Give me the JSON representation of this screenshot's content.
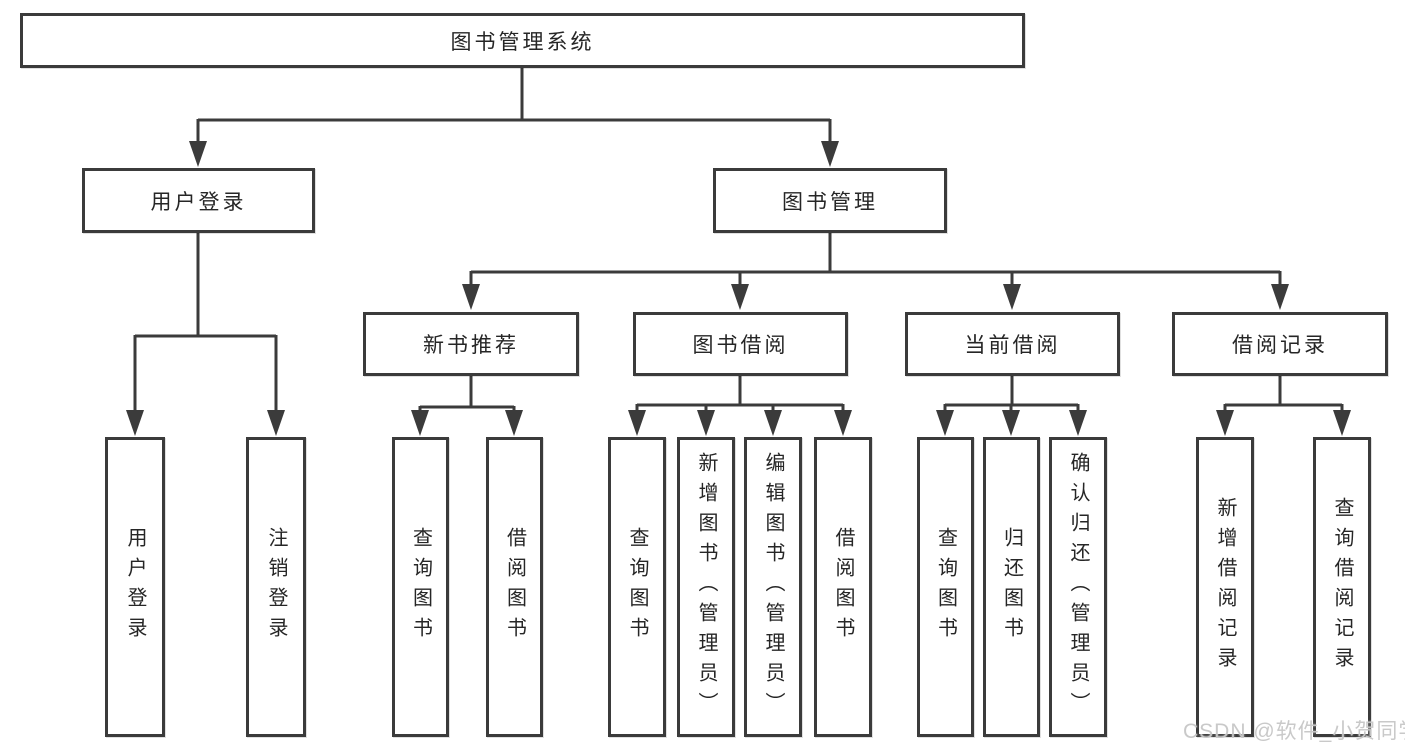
{
  "nodes": {
    "root": "图书管理系统",
    "user_login": "用户登录",
    "book_management": "图书管理",
    "new_book_recommend": "新书推荐",
    "book_borrow": "图书借阅",
    "current_borrow": "当前借阅",
    "borrow_record": "借阅记录"
  },
  "leaves": {
    "user_login": [
      "用户登录",
      "注销登录"
    ],
    "new_book_recommend": [
      "查询图书",
      "借阅图书"
    ],
    "book_borrow": [
      "查询图书",
      "新增图书（管理员）",
      "编辑图书（管理员）",
      "借阅图书"
    ],
    "current_borrow": [
      "查询图书",
      "归还图书",
      "确认归还（管理员）"
    ],
    "borrow_record": [
      "新增借阅记录",
      "查询借阅记录"
    ]
  },
  "watermark": "CSDN @软件_小贺同学",
  "colors": {
    "line": "#3b3b3b",
    "text": "#262626",
    "watermark": "#c6c6c6",
    "background": "#ffffff"
  }
}
